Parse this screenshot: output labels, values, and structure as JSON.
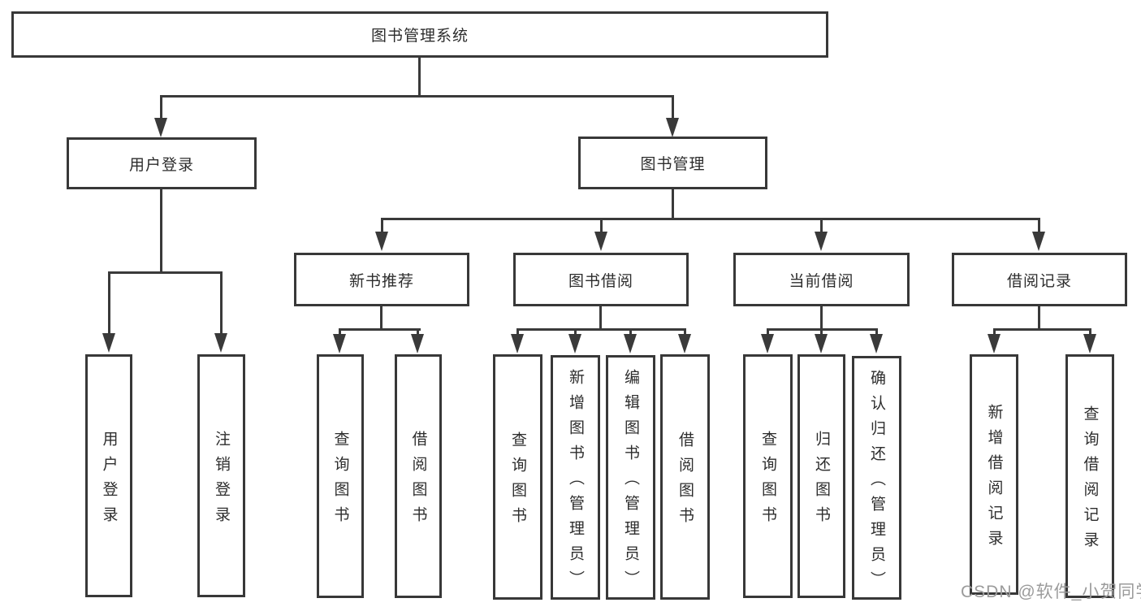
{
  "diagram": {
    "title": "图书管理系统",
    "level2": [
      {
        "id": "user-login",
        "label": "用户登录"
      },
      {
        "id": "book-management",
        "label": "图书管理"
      }
    ],
    "level3": [
      {
        "id": "new-book-recommend",
        "label": "新书推荐"
      },
      {
        "id": "book-borrow",
        "label": "图书借阅"
      },
      {
        "id": "current-borrow",
        "label": "当前借阅"
      },
      {
        "id": "borrow-record",
        "label": "借阅记录"
      }
    ],
    "leaves": [
      {
        "parent": "用户登录",
        "label": "用户登录"
      },
      {
        "parent": "用户登录",
        "label": "注销登录"
      },
      {
        "parent": "新书推荐",
        "label": "查询图书"
      },
      {
        "parent": "新书推荐",
        "label": "借阅图书"
      },
      {
        "parent": "图书借阅",
        "label": "查询图书"
      },
      {
        "parent": "图书借阅",
        "label": "新增图书（管理员）"
      },
      {
        "parent": "图书借阅",
        "label": "编辑图书（管理员）"
      },
      {
        "parent": "图书借阅",
        "label": "借阅图书"
      },
      {
        "parent": "当前借阅",
        "label": "查询图书"
      },
      {
        "parent": "当前借阅",
        "label": "归还图书"
      },
      {
        "parent": "当前借阅",
        "label": "确认归还（管理员）"
      },
      {
        "parent": "借阅记录",
        "label": "新增借阅记录"
      },
      {
        "parent": "借阅记录",
        "label": "查询借阅记录"
      }
    ],
    "watermark": "CSDN @软件_小贺同学",
    "colors": {
      "line": "#3a3a3a",
      "text": "#2d2d2d",
      "watermark": "#9b9b9b",
      "background": "#ffffff"
    }
  }
}
